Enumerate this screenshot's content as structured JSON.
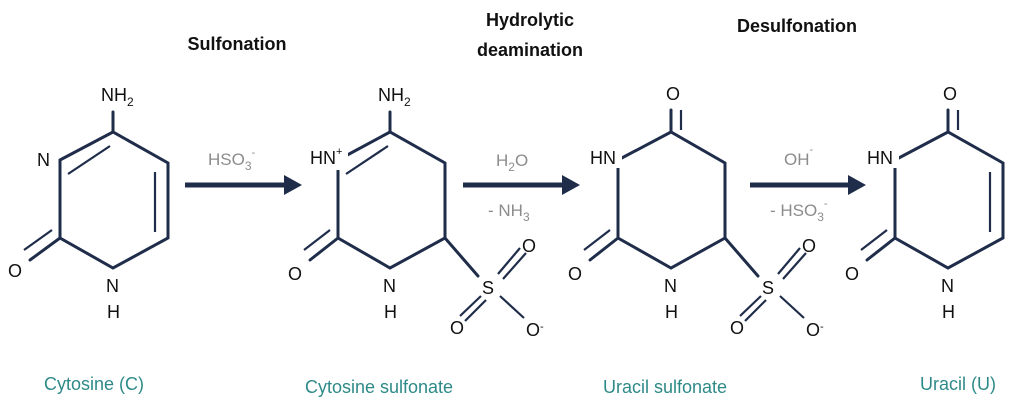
{
  "steps": {
    "sulfonation": "Sulfonation",
    "deamination_line1": "Hydrolytic",
    "deamination_line2": "deamination",
    "desulfonation": "Desulfonation"
  },
  "reagents": {
    "bisulfite": "HSO",
    "bisulfite_sub": "3",
    "bisulfite_sup": "-",
    "water": "H",
    "water_sub": "2",
    "water_tail": "O",
    "ammonia": "- NH",
    "ammonia_sub": "3",
    "hydroxide": "OH",
    "hydroxide_sup": "-",
    "minus_bisulfite": "- HSO",
    "minus_bisulfite_sub": "3",
    "minus_bisulfite_sup": "-"
  },
  "molecules": {
    "cytosine": "Cytosine (C)",
    "cytosine_sulfonate": "Cytosine sulfonate",
    "uracil_sulfonate": "Uracil sulfonate",
    "uracil": "Uracil (U)"
  },
  "atoms": {
    "N": "N",
    "NH_top": "N",
    "H": "H",
    "O": "O",
    "S": "S",
    "HN": "HN",
    "NH2": "NH",
    "NH2_sub": "2",
    "plus": "+",
    "O_minus": "O",
    "minus": "-"
  },
  "colors": {
    "bond": "#1f2d4a",
    "reagent": "#8c8c8c",
    "molecule_name": "#2e8a88"
  }
}
